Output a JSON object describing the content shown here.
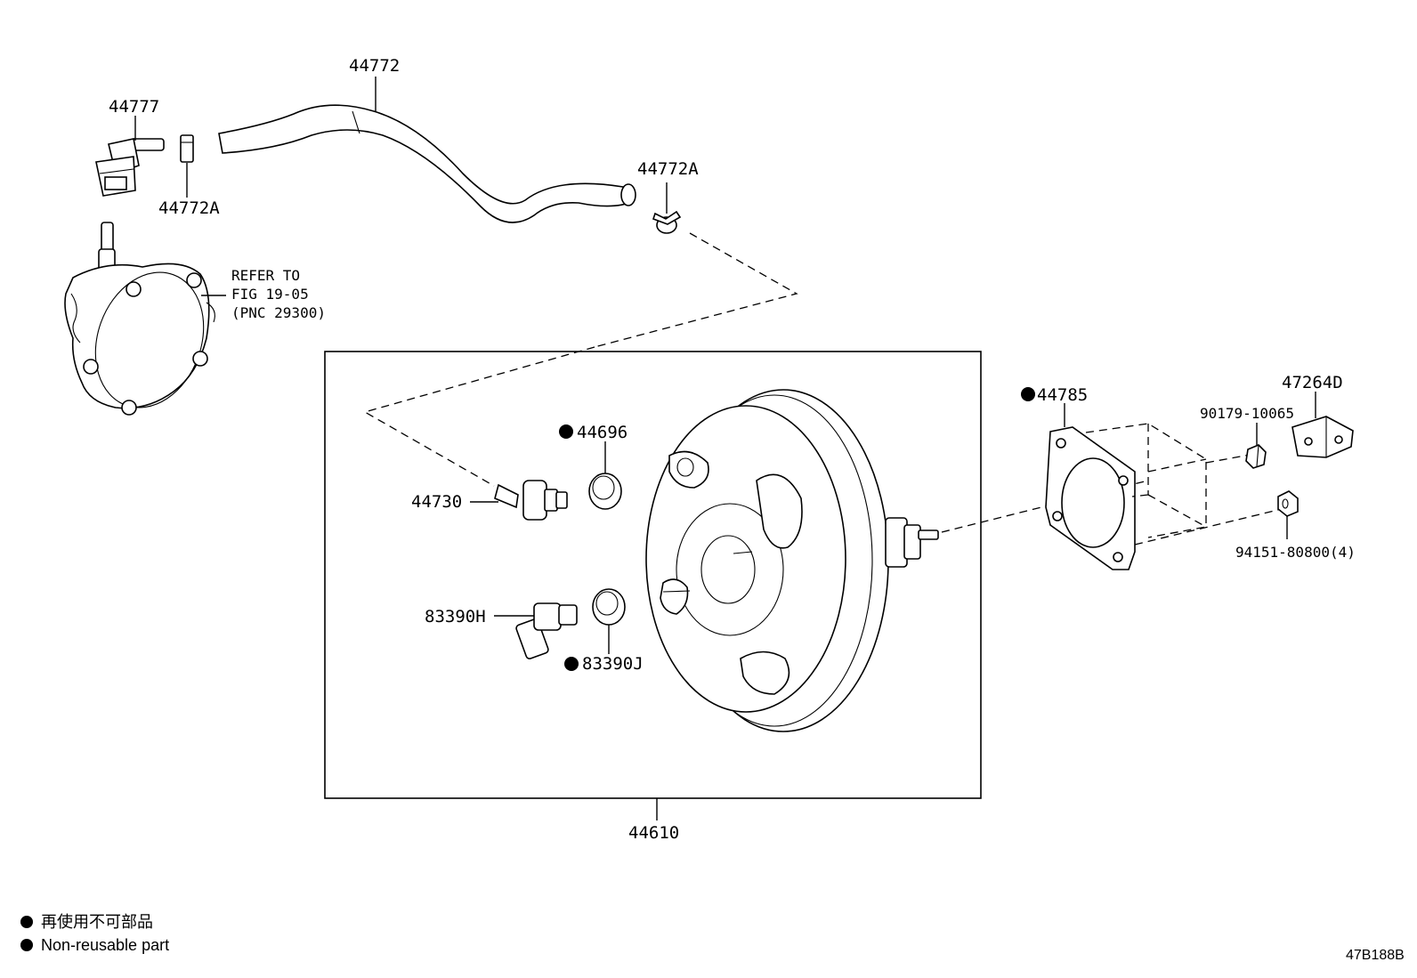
{
  "parts": {
    "p44777": "44777",
    "p44772": "44772",
    "p44772A_left": "44772A",
    "p44772A_right": "44772A",
    "p44696": "44696",
    "p44730": "44730",
    "p83390H": "83390H",
    "p83390J": "83390J",
    "p44610": "44610",
    "p44785": "44785",
    "p47264D": "47264D",
    "p90179": "90179-10065",
    "p94151": "94151-80800(4)"
  },
  "refer_note": {
    "line1": "REFER TO",
    "line2": "FIG 19-05",
    "line3": "(PNC 29300)"
  },
  "legend": {
    "jp": "再使用不可部品",
    "en": "Non-reusable part"
  },
  "figure_id": "47B188B"
}
